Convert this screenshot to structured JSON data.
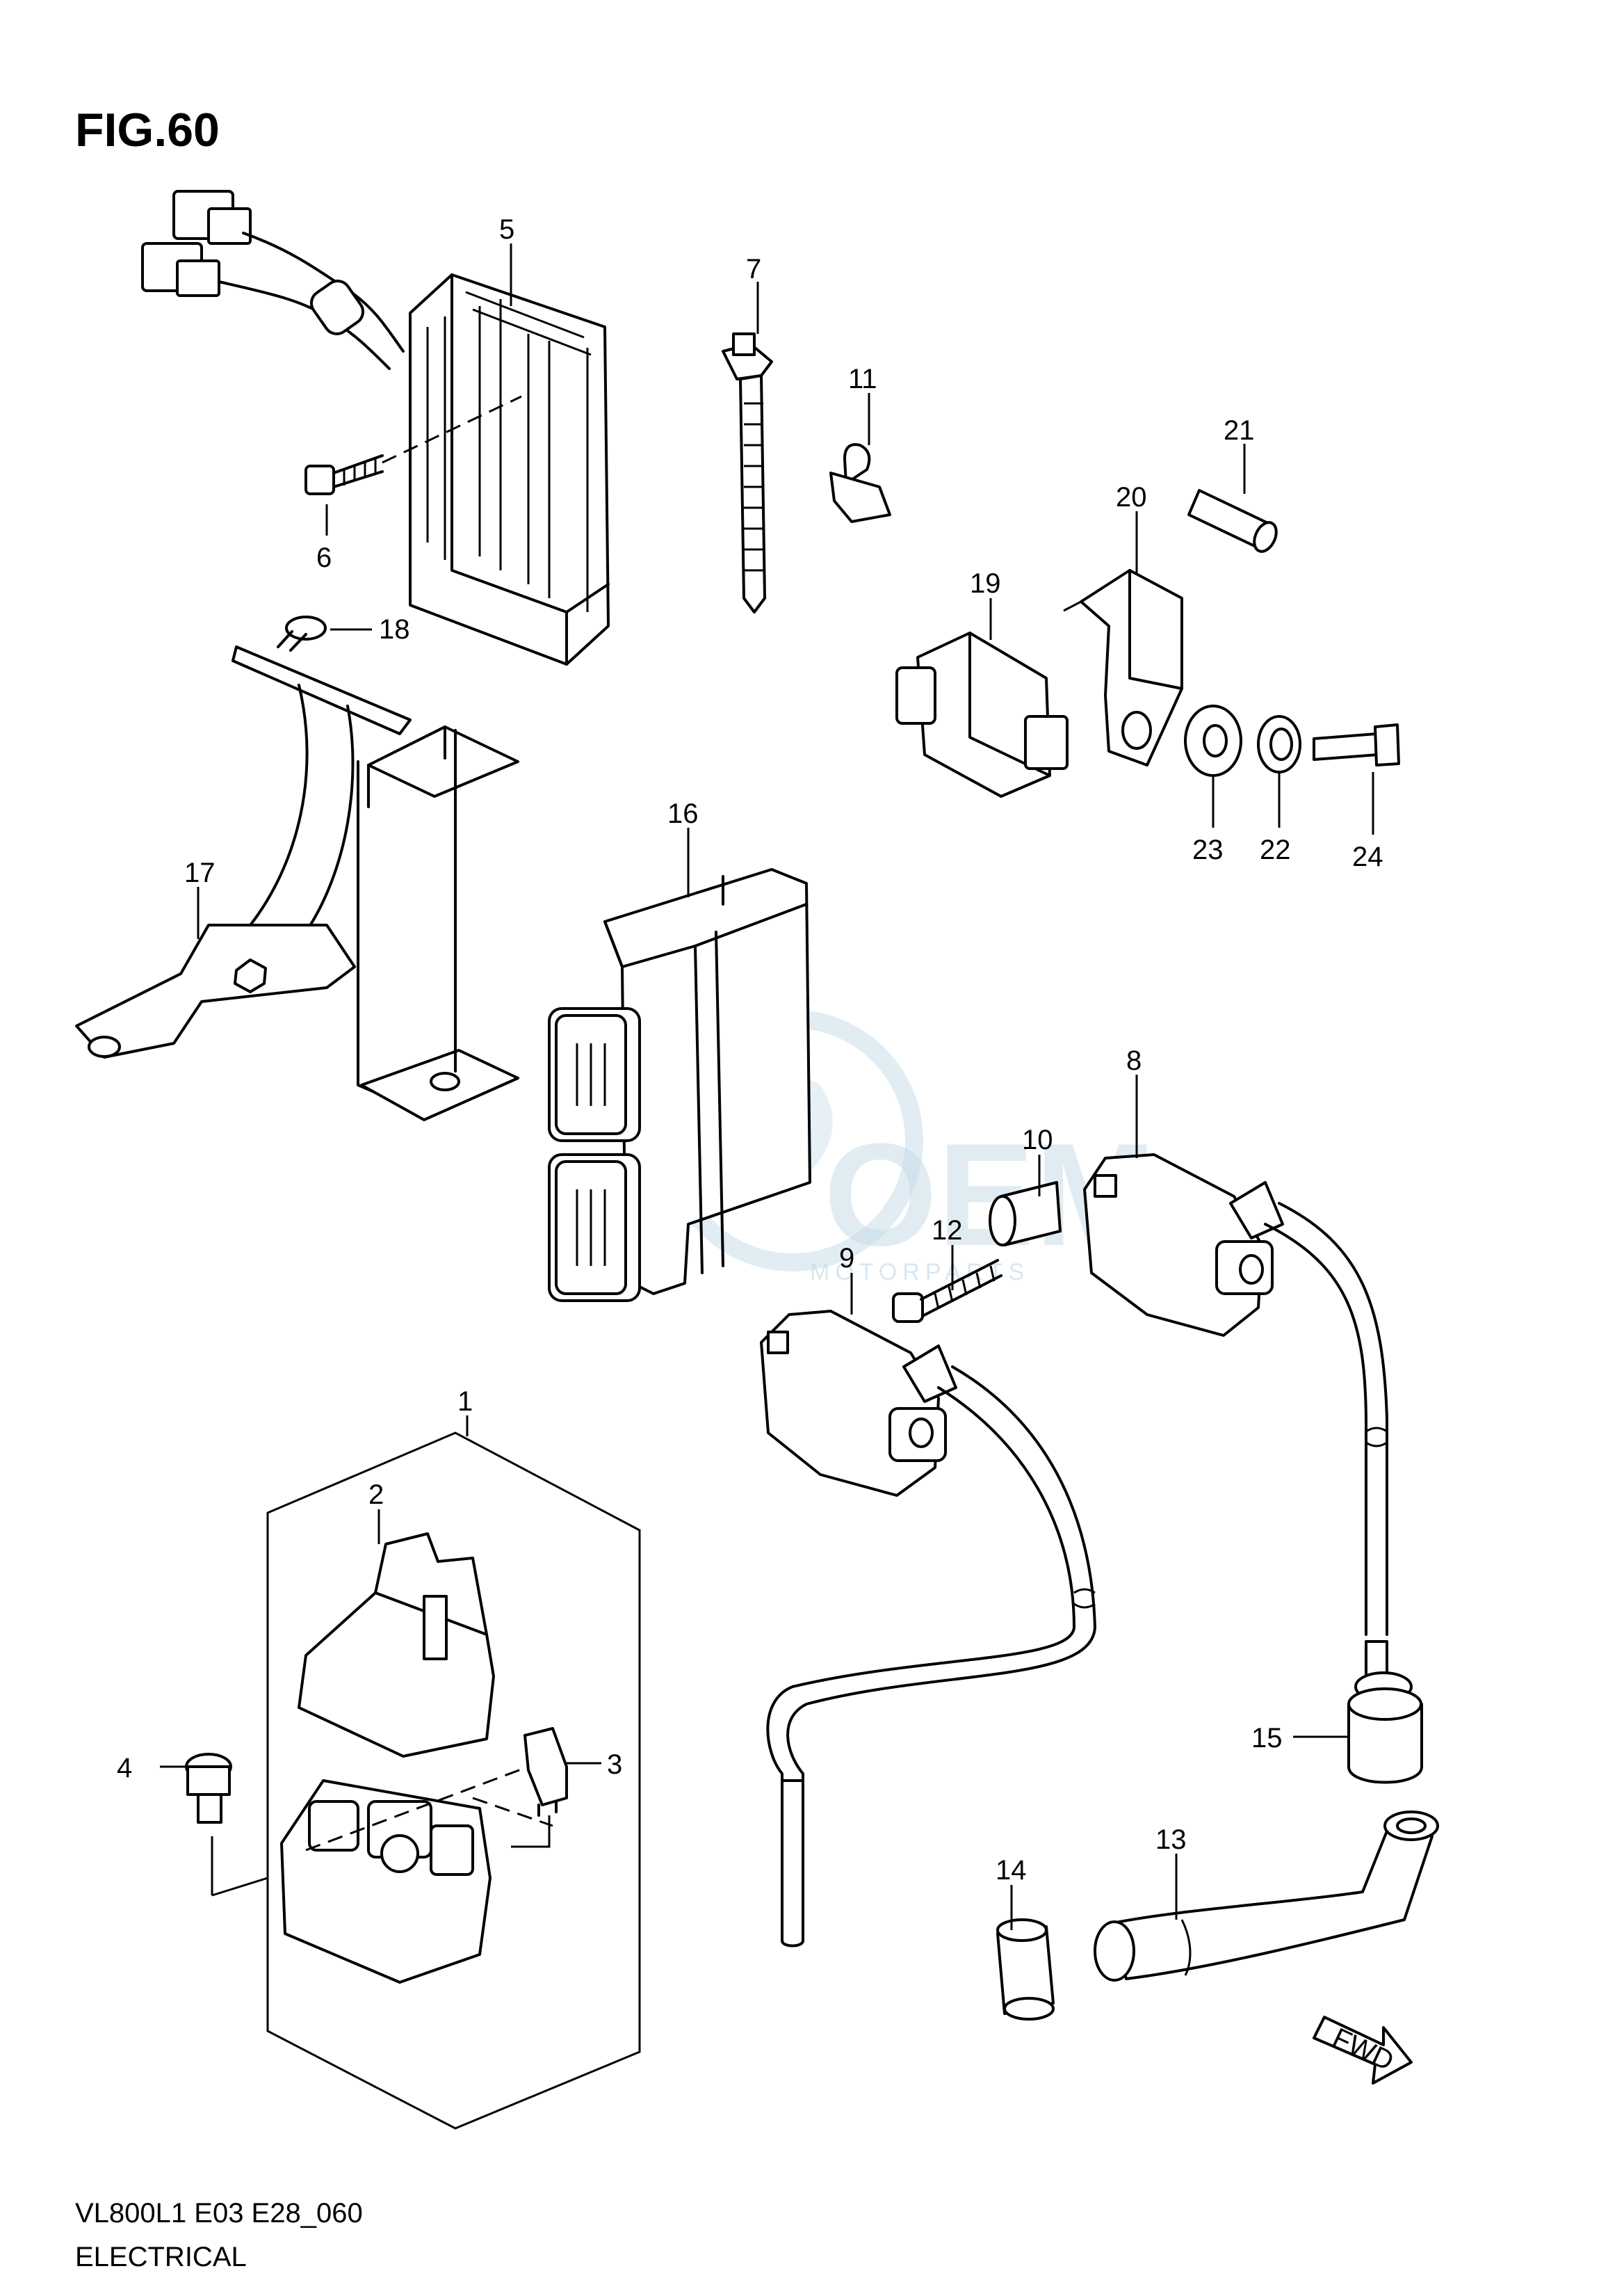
{
  "figure": {
    "title": "FIG.60"
  },
  "footer": {
    "model_line": "VL800L1 E03 E28_060",
    "section": "ELECTRICAL"
  },
  "watermark": {
    "brand": "OEM",
    "sub": "MOTORPARTS",
    "color": "#c9dde9"
  },
  "direction": {
    "label": "FWD"
  },
  "callouts": {
    "c1": "1",
    "c2": "2",
    "c3": "3",
    "c4": "4",
    "c5": "5",
    "c6": "6",
    "c7": "7",
    "c8": "8",
    "c9": "9",
    "c10": "10",
    "c11": "11",
    "c12": "12",
    "c13": "13",
    "c14": "14",
    "c15": "15",
    "c16": "16",
    "c17": "17",
    "c18": "18",
    "c19": "19",
    "c20": "20",
    "c21": "21",
    "c22": "22",
    "c23": "23",
    "c24": "24"
  },
  "parts": [
    {
      "no": "1",
      "icon": "starter-relay-assy-icon"
    },
    {
      "no": "2",
      "icon": "relay-cover-icon"
    },
    {
      "no": "3",
      "icon": "fuse-icon"
    },
    {
      "no": "4",
      "icon": "bolt-icon"
    },
    {
      "no": "5",
      "icon": "regulator-rectifier-icon"
    },
    {
      "no": "6",
      "icon": "screw-icon"
    },
    {
      "no": "7",
      "icon": "cable-tie-icon"
    },
    {
      "no": "8",
      "icon": "ignition-coil-icon"
    },
    {
      "no": "9",
      "icon": "ignition-coil-icon"
    },
    {
      "no": "10",
      "icon": "spacer-icon"
    },
    {
      "no": "11",
      "icon": "clamp-icon"
    },
    {
      "no": "12",
      "icon": "bolt-icon"
    },
    {
      "no": "13",
      "icon": "plug-cap-icon"
    },
    {
      "no": "14",
      "icon": "cap-cover-icon"
    },
    {
      "no": "15",
      "icon": "grommet-icon"
    },
    {
      "no": "16",
      "icon": "ecm-icon"
    },
    {
      "no": "17",
      "icon": "bracket-icon"
    },
    {
      "no": "18",
      "icon": "screw-icon"
    },
    {
      "no": "19",
      "icon": "sensor-icon"
    },
    {
      "no": "20",
      "icon": "sensor-bracket-icon"
    },
    {
      "no": "21",
      "icon": "spacer-icon"
    },
    {
      "no": "22",
      "icon": "washer-icon"
    },
    {
      "no": "23",
      "icon": "cushion-icon"
    },
    {
      "no": "24",
      "icon": "bolt-icon"
    }
  ]
}
